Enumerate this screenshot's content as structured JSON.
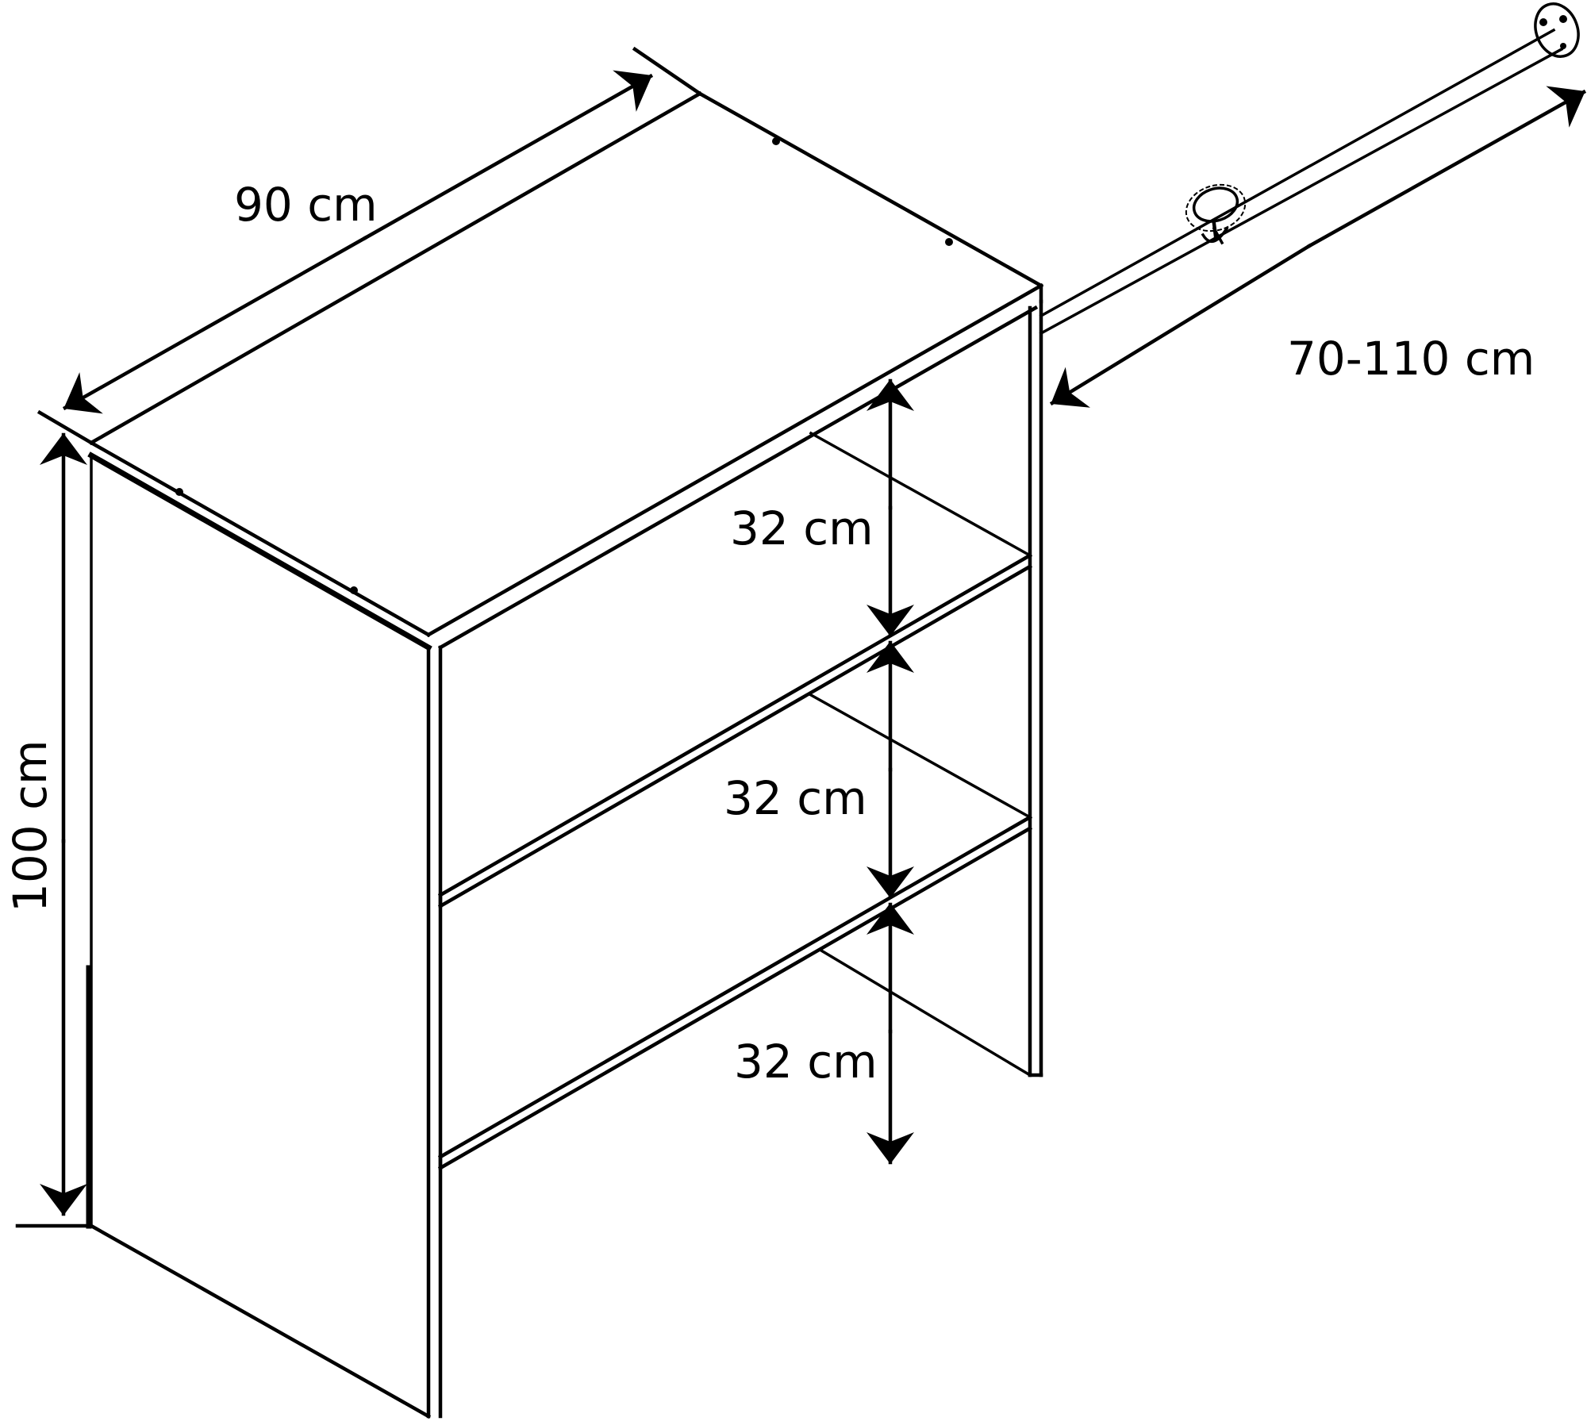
{
  "diagram": {
    "subject": "shelf unit with extendable hanging rail",
    "colors": {
      "line": "#000000",
      "background": "#ffffff"
    },
    "dimensions": {
      "width": {
        "label": "90 cm"
      },
      "height": {
        "label": "100 cm"
      },
      "rail_extension": {
        "label": "70-110 cm"
      },
      "shelf_spacing": [
        {
          "label": "32 cm"
        },
        {
          "label": "32 cm"
        },
        {
          "label": "32 cm"
        }
      ]
    },
    "parts": [
      {
        "name": "top-panel"
      },
      {
        "name": "left-side-panel"
      },
      {
        "name": "right-side-panel"
      },
      {
        "name": "shelf-1"
      },
      {
        "name": "shelf-2"
      },
      {
        "name": "hanging-rail"
      },
      {
        "name": "wall-bracket"
      },
      {
        "name": "rail-clamp-knob"
      }
    ]
  }
}
